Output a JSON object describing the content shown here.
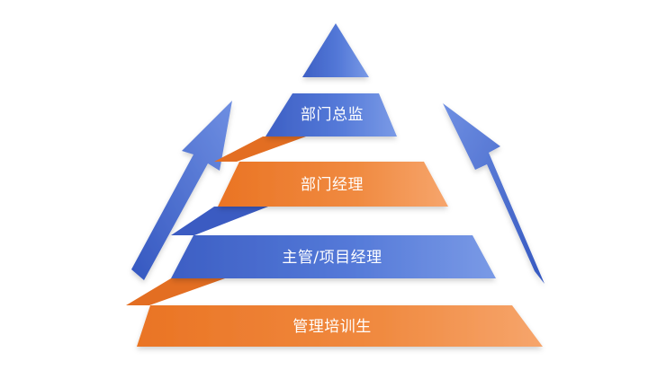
{
  "colors": {
    "blue": "#4a6fd0",
    "blue_light": "#6b8fe4",
    "blue_dark": "#3a57b4",
    "orange": "#ef8436",
    "orange_light": "#f5a268",
    "orange_dark": "#d96a1c"
  },
  "pyramid": {
    "tiers": [
      {
        "label": "部门总监",
        "color": "blue"
      },
      {
        "label": "部门经理",
        "color": "orange"
      },
      {
        "label": "主管/项目经理",
        "color": "blue"
      },
      {
        "label": "管理培训生",
        "color": "orange"
      }
    ]
  },
  "arrows": [
    {
      "icon": "up-right-arrow-icon",
      "direction": "up-right"
    },
    {
      "icon": "up-left-arrow-icon",
      "direction": "up-left"
    }
  ]
}
